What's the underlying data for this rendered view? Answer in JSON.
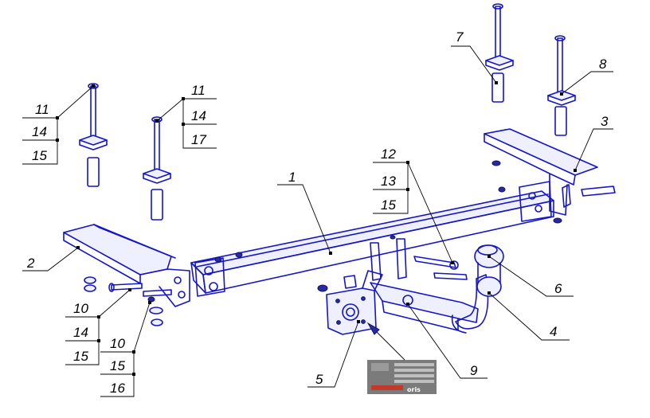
{
  "diagram": {
    "callouts": [
      "1",
      "2",
      "3",
      "4",
      "5",
      "6",
      "7",
      "8",
      "9",
      "10",
      "11",
      "12",
      "13",
      "14",
      "15",
      "16",
      "17"
    ],
    "labels": {
      "c1": "1",
      "c2": "2",
      "c3": "3",
      "c4": "4",
      "c5": "5",
      "c6": "6",
      "c7": "7",
      "c8": "8",
      "c9": "9",
      "left_a_11": "11",
      "left_a_14": "14",
      "left_a_15": "15",
      "left_b_11": "11",
      "left_b_14": "14",
      "left_b_17": "17",
      "mid_12": "12",
      "mid_13": "13",
      "mid_15": "15",
      "low_a_10": "10",
      "low_a_14": "14",
      "low_a_15": "15",
      "low_b_10": "10",
      "low_b_15": "15",
      "low_b_16": "16"
    },
    "plate": {
      "brand": "oris"
    },
    "colors": {
      "part_stroke": "#1414c8",
      "leader": "#000000",
      "plate": "#7b7b7b"
    }
  }
}
